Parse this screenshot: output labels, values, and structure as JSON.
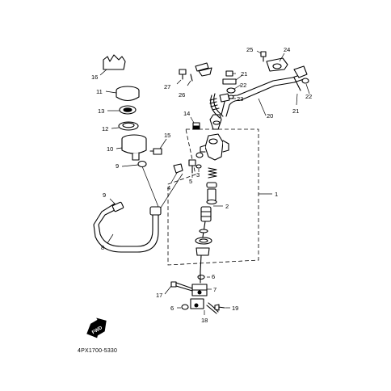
{
  "diagram": {
    "code": "4PX1700-5330",
    "fwd_text": "FWD",
    "callouts": {
      "c1": "1",
      "c2": "2",
      "c3": "3",
      "c4": "4",
      "c5": "5",
      "c6a": "6",
      "c6b": "6",
      "c7": "7",
      "c8": "8",
      "c9a": "9",
      "c9b": "9",
      "c10": "10",
      "c11": "11",
      "c12": "12",
      "c13": "13",
      "c14": "14",
      "c15": "15",
      "c16": "16",
      "c17": "17",
      "c18": "18",
      "c19": "19",
      "c20": "20",
      "c21a": "21",
      "c21b": "21",
      "c22a": "22",
      "c22b": "22",
      "c23": "23",
      "c24": "24",
      "c25": "25",
      "c26": "26",
      "c27": "27"
    }
  }
}
